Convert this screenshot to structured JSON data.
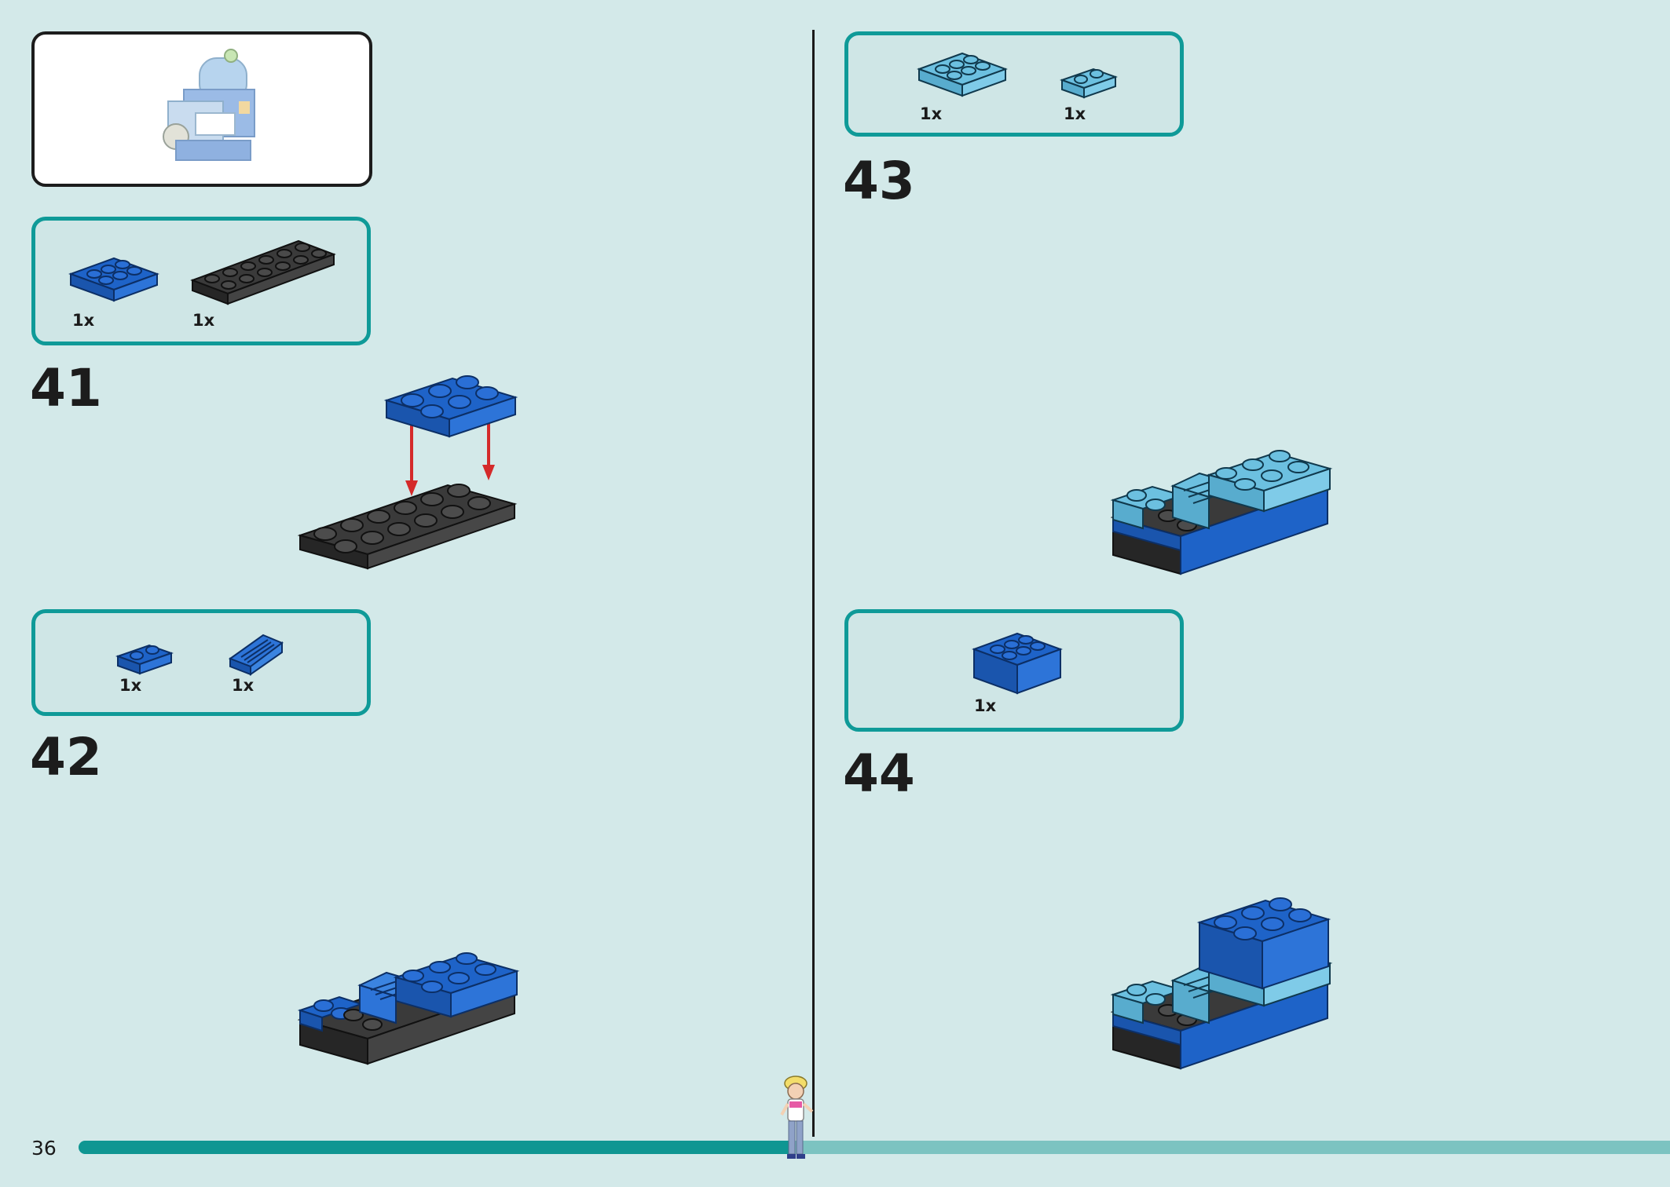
{
  "page": {
    "number": "36"
  },
  "progress": {
    "fraction": 0.45,
    "fill_color": "#0f9692",
    "track_color": "#7cc3c1"
  },
  "colors": {
    "blue": "#1e63c8",
    "light_blue": "#6cc0e0",
    "black": "#2b2b2b",
    "teal_border": "#0f9a98",
    "background": "#d3e9e9",
    "arrow": "#d42a2a"
  },
  "preview": {
    "icon": "completed-model-preview"
  },
  "steps": [
    {
      "number": "41",
      "parts": [
        {
          "name": "blue-plate-2x3",
          "qty": "1x"
        },
        {
          "name": "black-plate-2x6",
          "qty": "1x"
        }
      ]
    },
    {
      "number": "42",
      "parts": [
        {
          "name": "blue-plate-1x2",
          "qty": "1x"
        },
        {
          "name": "blue-slope-grille",
          "qty": "1x"
        }
      ]
    },
    {
      "number": "43",
      "parts": [
        {
          "name": "light-blue-plate-2x3",
          "qty": "1x"
        },
        {
          "name": "light-blue-plate-1x2",
          "qty": "1x"
        }
      ]
    },
    {
      "number": "44",
      "parts": [
        {
          "name": "blue-brick-2x3",
          "qty": "1x"
        }
      ]
    }
  ],
  "figure": {
    "icon": "minifigure-progress-marker"
  }
}
